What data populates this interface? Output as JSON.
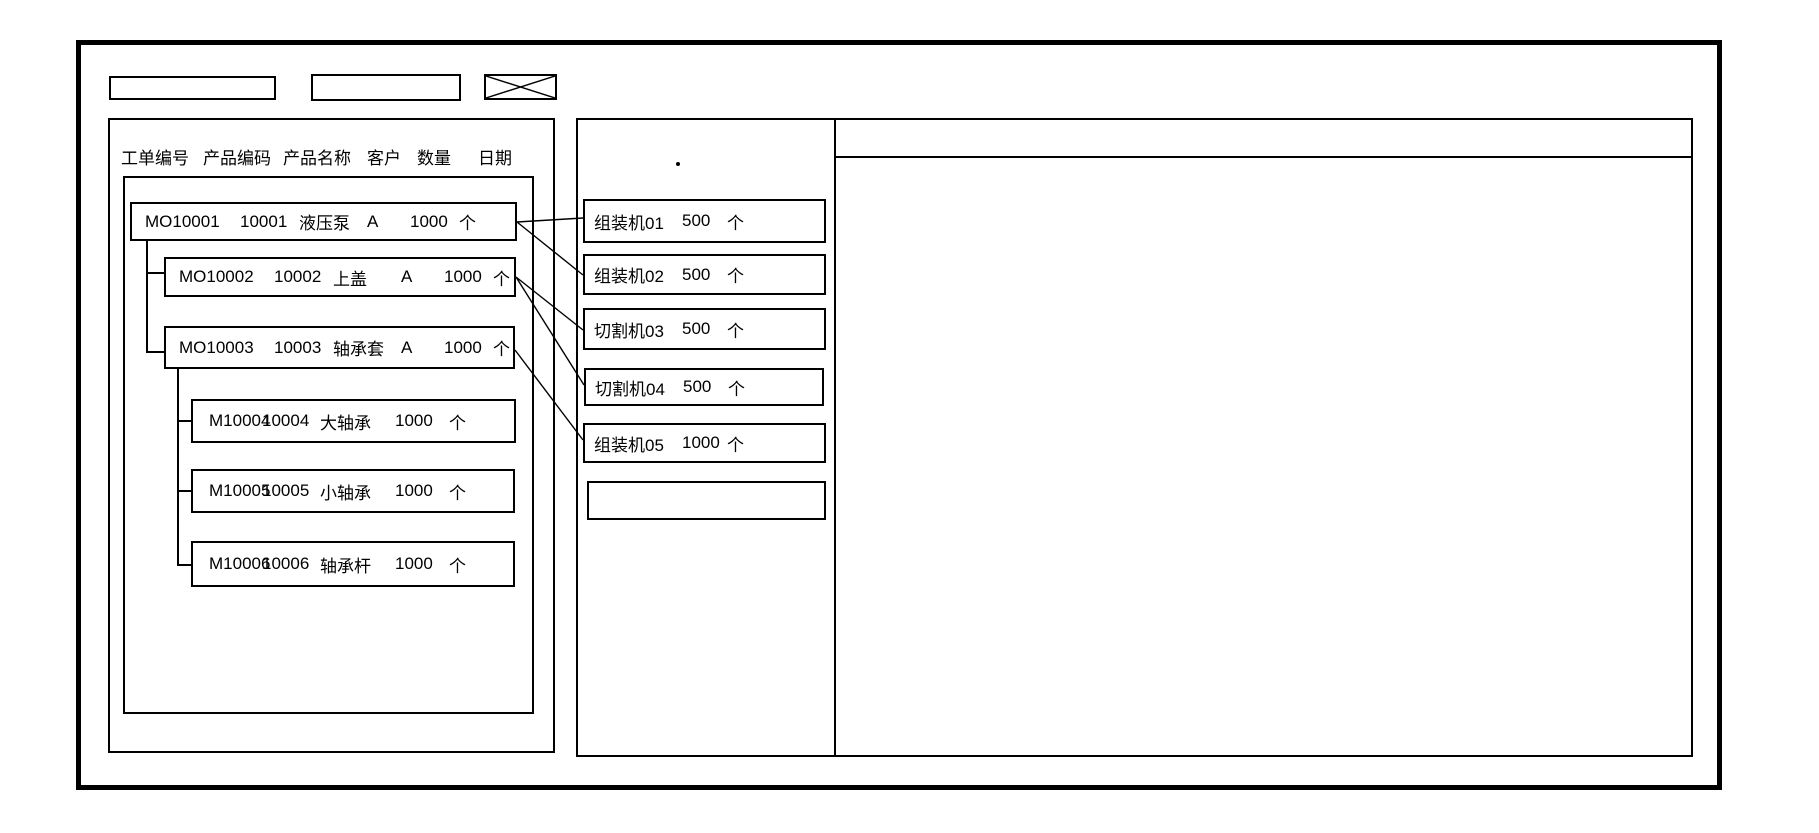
{
  "colors": {
    "line": "#000000",
    "background": "#ffffff"
  },
  "toolbar": {
    "field1_value": "",
    "field2_value": ""
  },
  "work_orders_panel": {
    "columns": [
      "工单编号",
      "产品编码",
      "产品名称",
      "客户",
      "数量",
      "日期"
    ],
    "rows": [
      {
        "order_no": "MO10001",
        "product_code": "10001",
        "product_name": "液压泵",
        "customer": "A",
        "qty": "1000",
        "unit": "个",
        "level": 0
      },
      {
        "order_no": "MO10002",
        "product_code": "10002",
        "product_name": "上盖",
        "customer": "A",
        "qty": "1000",
        "unit": "个",
        "level": 1
      },
      {
        "order_no": "MO10003",
        "product_code": "10003",
        "product_name": "轴承套",
        "customer": "A",
        "qty": "1000",
        "unit": "个",
        "level": 1
      },
      {
        "order_no": "M10004",
        "product_code": "10004",
        "product_name": "大轴承",
        "customer": "",
        "qty": "1000",
        "unit": "个",
        "level": 2
      },
      {
        "order_no": "M10005",
        "product_code": "10005",
        "product_name": "小轴承",
        "customer": "",
        "qty": "1000",
        "unit": "个",
        "level": 2
      },
      {
        "order_no": "M10006",
        "product_code": "10006",
        "product_name": "轴承杆",
        "customer": "",
        "qty": "1000",
        "unit": "个",
        "level": 2
      }
    ]
  },
  "machines_panel": {
    "dot": ".",
    "machines": [
      {
        "name": "组装机01",
        "qty": "500",
        "unit": "个"
      },
      {
        "name": "组装机02",
        "qty": "500",
        "unit": "个"
      },
      {
        "name": "切割机03",
        "qty": "500",
        "unit": "个"
      },
      {
        "name": "切割机04",
        "qty": "500",
        "unit": "个"
      },
      {
        "name": "组装机05",
        "qty": "1000",
        "unit": "个"
      },
      {
        "name": "",
        "qty": "",
        "unit": ""
      }
    ]
  },
  "detail_panel": {
    "content": ""
  }
}
